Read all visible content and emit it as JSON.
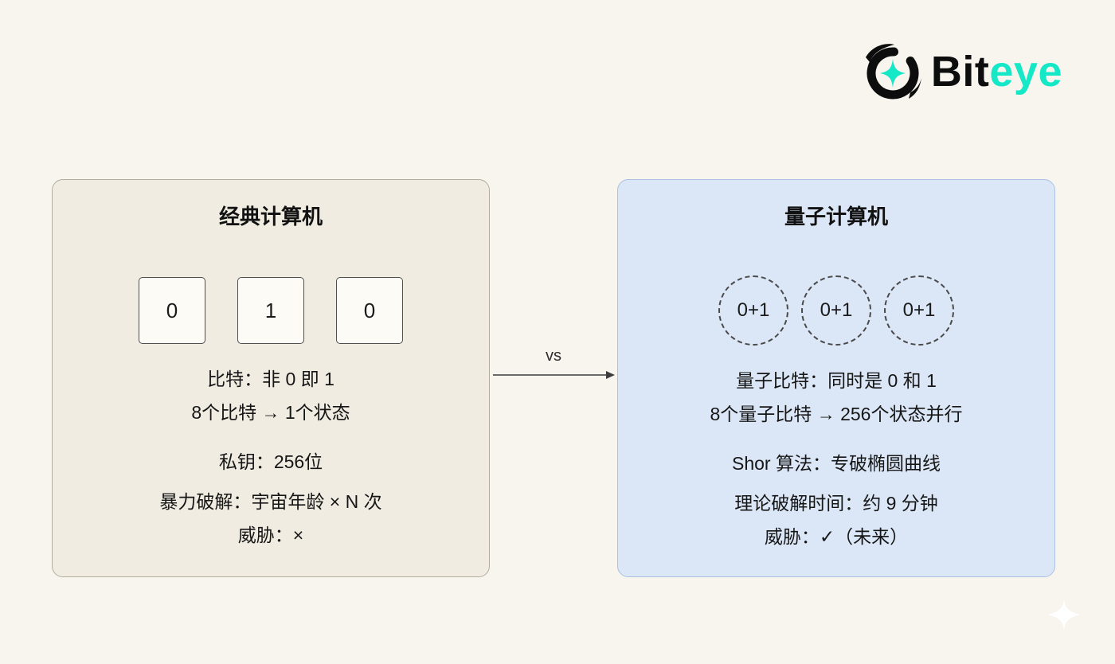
{
  "logo": {
    "bit": "Bit",
    "eye": "eye",
    "accent_color": "#15e8c7"
  },
  "connector": {
    "vs_label": "vs"
  },
  "left_card": {
    "title": "经典计算机",
    "bits": [
      "0",
      "1",
      "0"
    ],
    "lines": [
      "比特：非 0 即 1",
      "8个比特 → 1个状态",
      "私钥：256位",
      "暴力破解：宇宙年龄 × N 次",
      "威胁：×"
    ]
  },
  "right_card": {
    "title": "量子计算机",
    "qubits": [
      "0+1",
      "0+1",
      "0+1"
    ],
    "lines": [
      "量子比特：同时是 0 和 1",
      "8个量子比特 → 256个状态并行",
      "Shor 算法：专破椭圆曲线",
      "理论破解时间：约 9 分钟",
      "威胁：✓（未来）"
    ]
  },
  "colors": {
    "background": "#f7f5ee",
    "left_card_bg": "#f0ece1",
    "right_card_bg": "#dbe7f7"
  }
}
